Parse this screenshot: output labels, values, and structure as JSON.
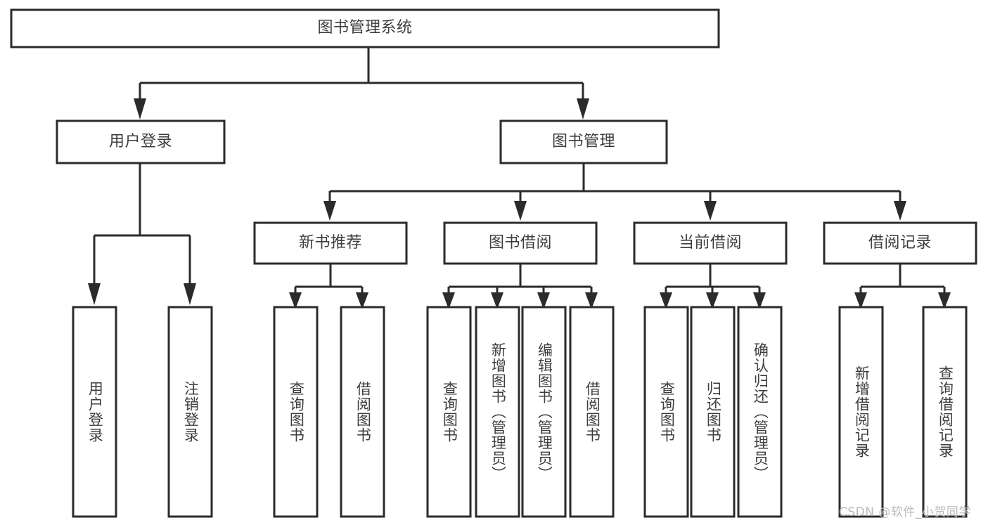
{
  "diagram": {
    "title": "图书管理系统",
    "watermark": "CSDN @软件_小贺同学",
    "colors": {
      "stroke": "#2b2b2b",
      "box_fill": "#ffffff",
      "text": "#3d3d3d",
      "background": "#ffffff",
      "watermark": "#b9b9b9"
    },
    "root": {
      "label": "图书管理系统"
    },
    "level2": [
      {
        "label": "用户登录"
      },
      {
        "label": "图书管理"
      }
    ],
    "level3": [
      {
        "label": "新书推荐"
      },
      {
        "label": "图书借阅"
      },
      {
        "label": "当前借阅"
      },
      {
        "label": "借阅记录"
      }
    ],
    "leaves_user_login": [
      {
        "label": "用户登录"
      },
      {
        "label": "注销登录"
      }
    ],
    "leaves_new_book": [
      {
        "label": "查询图书"
      },
      {
        "label": "借阅图书"
      }
    ],
    "leaves_borrow": [
      {
        "label": "查询图书"
      },
      {
        "label": "新增图书（管理员）"
      },
      {
        "label": "编辑图书（管理员）"
      },
      {
        "label": "借阅图书"
      }
    ],
    "leaves_current": [
      {
        "label": "查询图书"
      },
      {
        "label": "归还图书"
      },
      {
        "label": "确认归还（管理员）"
      }
    ],
    "leaves_records": [
      {
        "label": "新增借阅记录"
      },
      {
        "label": "查询借阅记录"
      }
    ]
  }
}
